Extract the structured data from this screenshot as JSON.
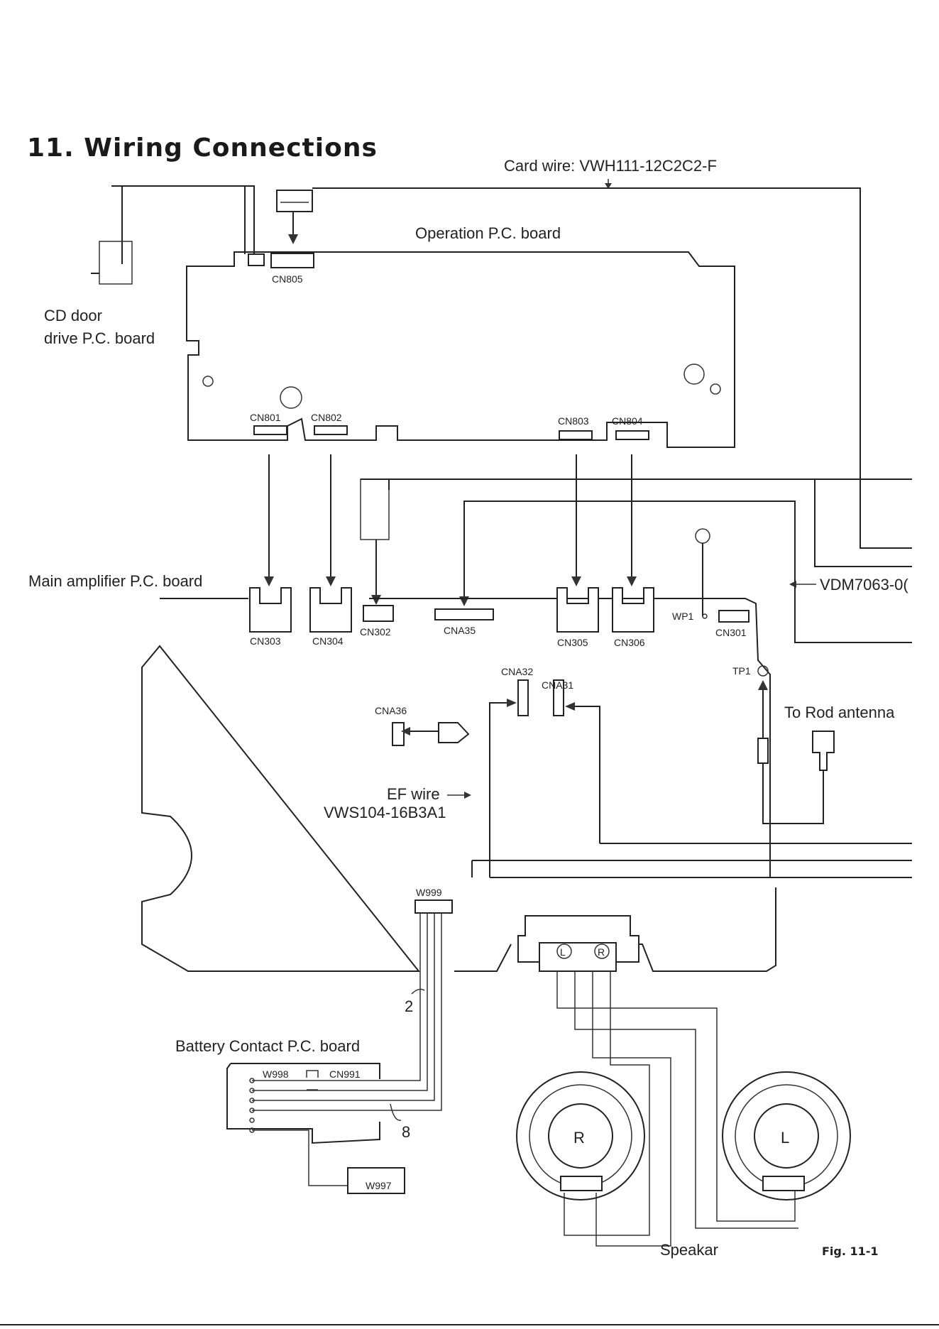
{
  "title": "11. Wiring Connections",
  "figure_label": "Fig. 11-1",
  "labels": {
    "card_wire": "Card wire: VWH111-12C2C2-F",
    "operation_board": "Operation P.C. board",
    "cd_door_line1": "CD door",
    "cd_door_line2": "drive P.C. board",
    "main_amp": "Main amplifier P.C. board",
    "vdm": "VDM7063-0(",
    "rod_antenna": "To Rod antenna",
    "ef_wire_line1": "EF wire",
    "ef_wire_line2": "VWS104-16B3A1",
    "battery_board": "Battery Contact P.C. board",
    "speaker": "Speakar",
    "count_2": "2",
    "count_8": "8"
  },
  "connectors": {
    "cn805": "CN805",
    "cn801": "CN801",
    "cn802": "CN802",
    "cn803": "CN803",
    "cn804": "CN804",
    "cn303": "CN303",
    "cn304": "CN304",
    "cn302": "CN302",
    "cna35": "CNA35",
    "cn305": "CN305",
    "cn306": "CN306",
    "wp1": "WP1",
    "cn301": "CN301",
    "tp1": "TP1",
    "cna32": "CNA32",
    "cna31": "CNA31",
    "cna36": "CNA36",
    "w999": "W999",
    "w998": "W998",
    "cn991": "CN991",
    "w997": "W997"
  },
  "speakers": {
    "right": "R",
    "left": "L",
    "terminal_l": "L",
    "terminal_r": "R"
  }
}
